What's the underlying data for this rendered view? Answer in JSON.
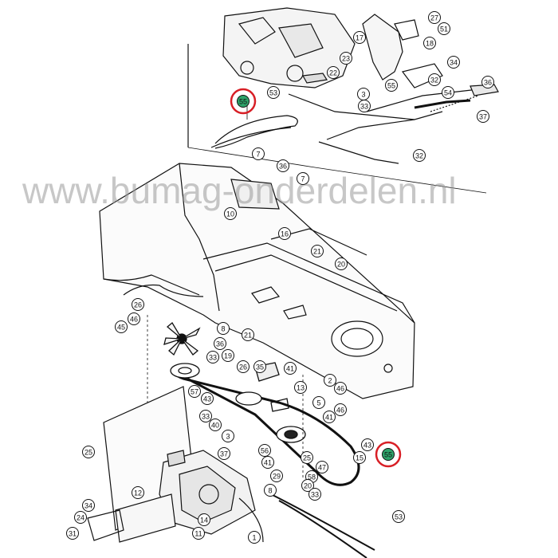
{
  "watermark": "www.bumag-onderdelen.nl",
  "highlight_color": "#d81f26",
  "highlight_fill": "#2ea36a",
  "callouts": [
    {
      "id": "c1",
      "label": "27"
    },
    {
      "id": "c2",
      "label": "51"
    },
    {
      "id": "c3",
      "label": "17"
    },
    {
      "id": "c4",
      "label": "18"
    },
    {
      "id": "c5",
      "label": "23"
    },
    {
      "id": "c6",
      "label": "34"
    },
    {
      "id": "c7",
      "label": "22"
    },
    {
      "id": "c8",
      "label": "32"
    },
    {
      "id": "c9",
      "label": "36"
    },
    {
      "id": "c10",
      "label": "3"
    },
    {
      "id": "c11",
      "label": "33"
    },
    {
      "id": "c12",
      "label": "54"
    },
    {
      "id": "c13",
      "label": "53"
    },
    {
      "id": "c14",
      "label": "55"
    },
    {
      "id": "c15",
      "label": "37"
    },
    {
      "id": "c16",
      "label": "32"
    },
    {
      "id": "c17",
      "label": "7"
    },
    {
      "id": "c18",
      "label": "36"
    },
    {
      "id": "c19",
      "label": "7"
    },
    {
      "id": "c20",
      "label": "10"
    },
    {
      "id": "c21",
      "label": "16"
    },
    {
      "id": "c22",
      "label": "21"
    },
    {
      "id": "c23",
      "label": "20"
    },
    {
      "id": "c24",
      "label": "26"
    },
    {
      "id": "c25",
      "label": "46"
    },
    {
      "id": "c26",
      "label": "45"
    },
    {
      "id": "c27",
      "label": "8"
    },
    {
      "id": "c28",
      "label": "21"
    },
    {
      "id": "c29",
      "label": "36"
    },
    {
      "id": "c30",
      "label": "19"
    },
    {
      "id": "c31",
      "label": "33"
    },
    {
      "id": "c32",
      "label": "26"
    },
    {
      "id": "c33",
      "label": "35"
    },
    {
      "id": "c34",
      "label": "41"
    },
    {
      "id": "c35",
      "label": "2"
    },
    {
      "id": "c36",
      "label": "13"
    },
    {
      "id": "c37",
      "label": "46"
    },
    {
      "id": "c38",
      "label": "57"
    },
    {
      "id": "c39",
      "label": "43"
    },
    {
      "id": "c40",
      "label": "5"
    },
    {
      "id": "c41",
      "label": "41"
    },
    {
      "id": "c42",
      "label": "46"
    },
    {
      "id": "c43",
      "label": "33"
    },
    {
      "id": "c44",
      "label": "40"
    },
    {
      "id": "c45",
      "label": "3"
    },
    {
      "id": "c46",
      "label": "56"
    },
    {
      "id": "c47",
      "label": "25"
    },
    {
      "id": "c48",
      "label": "43"
    },
    {
      "id": "c49",
      "label": "15"
    },
    {
      "id": "c50",
      "label": "47"
    },
    {
      "id": "c51",
      "label": "58"
    },
    {
      "id": "c52",
      "label": "25"
    },
    {
      "id": "c53",
      "label": "37"
    },
    {
      "id": "c54",
      "label": "41"
    },
    {
      "id": "c55",
      "label": "29"
    },
    {
      "id": "c56",
      "label": "12"
    },
    {
      "id": "c57",
      "label": "8"
    },
    {
      "id": "c58",
      "label": "20"
    },
    {
      "id": "c59",
      "label": "33"
    },
    {
      "id": "c60",
      "label": "24"
    },
    {
      "id": "c61",
      "label": "34"
    },
    {
      "id": "c62",
      "label": "31"
    },
    {
      "id": "c63",
      "label": "11"
    },
    {
      "id": "c64",
      "label": "14"
    },
    {
      "id": "c65",
      "label": "1"
    },
    {
      "id": "c66",
      "label": "53"
    }
  ],
  "highlighted": [
    {
      "id": "h1",
      "label": "55"
    },
    {
      "id": "h2",
      "label": "55"
    }
  ]
}
